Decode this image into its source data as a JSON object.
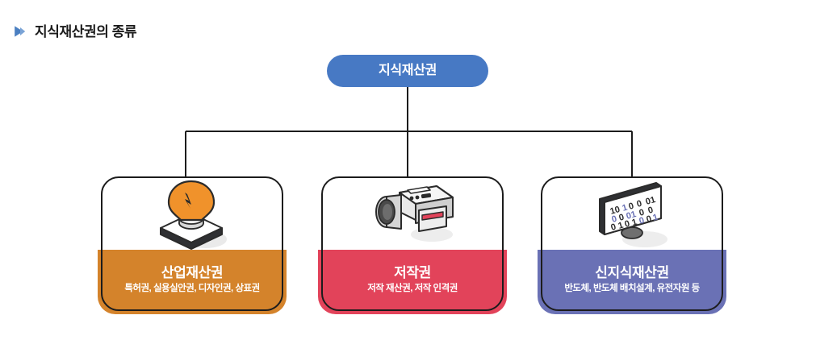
{
  "page": {
    "title": "지식재산권의 종류",
    "title_marker_icon": "blue-triangle-bullet-icon",
    "background_color": "#ffffff"
  },
  "diagram": {
    "type": "tree",
    "root": {
      "label": "지식재산권",
      "color": "#4779c4",
      "text_color": "#ffffff"
    },
    "connector_color": "#1c1c1c",
    "nodes": [
      {
        "label": "산업재산권",
        "subtitle": "특허권, 실용실안권, 디자인권, 상표권",
        "color": "#d4832b",
        "text_color": "#ffffff",
        "icon": "lightbulb-on-platform-icon",
        "icon_accent": "#f0922b"
      },
      {
        "label": "저작권",
        "subtitle": "저작 재산권, 저작 인격권",
        "color": "#e2435a",
        "text_color": "#ffffff",
        "icon": "camcorder-icon",
        "icon_accent": "#e2435a"
      },
      {
        "label": "신지식재산권",
        "subtitle": "반도체, 반도체 배치설계, 유전자원 등",
        "color": "#6a71b5",
        "text_color": "#ffffff",
        "icon": "monitor-binary-code-icon",
        "icon_accent": "#4b54a8"
      }
    ]
  }
}
